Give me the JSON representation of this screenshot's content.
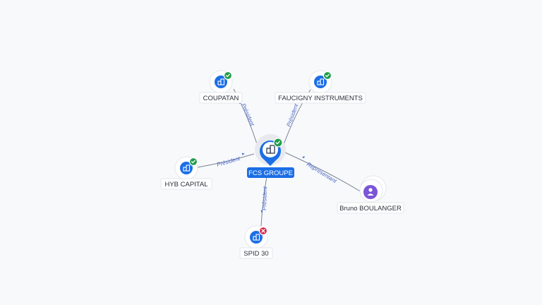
{
  "graph": {
    "center": {
      "label": "FCS GROUPE",
      "status": "active",
      "icon": "building-icon"
    },
    "nodes": [
      {
        "id": "coupatan",
        "label": "COUPATAN",
        "type": "company",
        "status": "active",
        "relation": "Président"
      },
      {
        "id": "faucigny",
        "label": "FAUCIGNY INSTRUMENTS",
        "type": "company",
        "status": "active",
        "relation": "Président"
      },
      {
        "id": "hyb",
        "label": "HYB CAPITAL",
        "type": "company",
        "status": "active",
        "relation": "Président"
      },
      {
        "id": "spid",
        "label": "SPID 30",
        "type": "company",
        "status": "closed",
        "relation": "Président"
      },
      {
        "id": "bruno",
        "label": "Bruno BOULANGER",
        "type": "person",
        "status": "none",
        "relation": "Représentant"
      }
    ]
  },
  "colors": {
    "company": "#1b6ee6",
    "person": "#7b55d6",
    "active_badge": "#1e9e4a",
    "closed_badge": "#d8244a",
    "edge_label": "#4a68c9"
  }
}
